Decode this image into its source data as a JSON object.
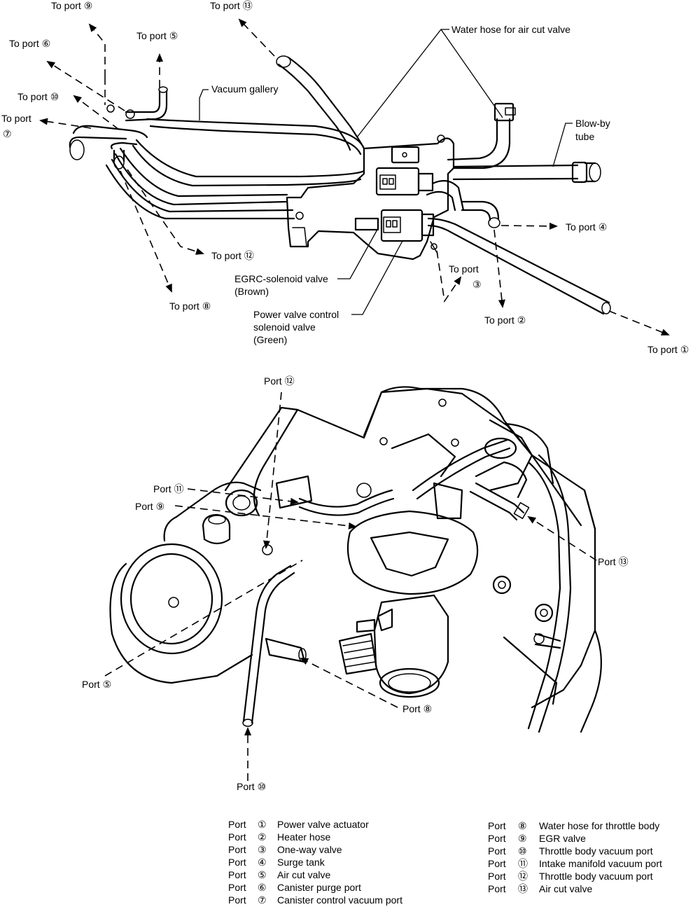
{
  "top_labels": {
    "to_port_9": "To port ⑨",
    "to_port_13": "To port ⑬",
    "to_port_5": "To port ⑤",
    "to_port_6": "To port ⑥",
    "to_port_10": "To port ⑩",
    "to_port_7_a": "To port",
    "to_port_7_b": "⑦",
    "to_port_12": "To port ⑫",
    "to_port_8": "To port ⑧",
    "to_port_4": "To port ④",
    "to_port_3_a": "To port",
    "to_port_3_b": "③",
    "to_port_2": "To port ②",
    "to_port_1": "To port ①",
    "water_hose": "Water hose for air cut valve",
    "vacuum_gallery": "Vacuum gallery",
    "blow_by_a": "Blow-by",
    "blow_by_b": "tube",
    "egrc_a": "EGRC-solenoid valve",
    "egrc_b": "(Brown)",
    "pvc_a": "Power valve control",
    "pvc_b": "solenoid valve",
    "pvc_c": "(Green)"
  },
  "bottom_labels": {
    "port_12": "Port ⑫",
    "port_11": "Port ⑪",
    "port_9": "Port ⑨",
    "port_13": "Port ⑬",
    "port_5": "Port ⑤",
    "port_8": "Port ⑧",
    "port_10": "Port ⑩"
  },
  "legend": {
    "left": [
      {
        "port": "Port",
        "num": "①",
        "desc": "Power valve actuator"
      },
      {
        "port": "Port",
        "num": "②",
        "desc": "Heater hose"
      },
      {
        "port": "Port",
        "num": "③",
        "desc": "One-way valve"
      },
      {
        "port": "Port",
        "num": "④",
        "desc": "Surge tank"
      },
      {
        "port": "Port",
        "num": "⑤",
        "desc": "Air cut valve"
      },
      {
        "port": "Port",
        "num": "⑥",
        "desc": "Canister purge port"
      },
      {
        "port": "Port",
        "num": "⑦",
        "desc": "Canister control vacuum port"
      }
    ],
    "right": [
      {
        "port": "Port",
        "num": "⑧",
        "desc": "Water hose for throttle body"
      },
      {
        "port": "Port",
        "num": "⑨",
        "desc": "EGR valve"
      },
      {
        "port": "Port",
        "num": "⑩",
        "desc": "Throttle body vacuum port"
      },
      {
        "port": "Port",
        "num": "⑪",
        "desc": "Intake manifold vacuum port"
      },
      {
        "port": "Port",
        "num": "⑫",
        "desc": "Throttle body vacuum port"
      },
      {
        "port": "Port",
        "num": "⑬",
        "desc": "Air cut valve"
      }
    ]
  }
}
